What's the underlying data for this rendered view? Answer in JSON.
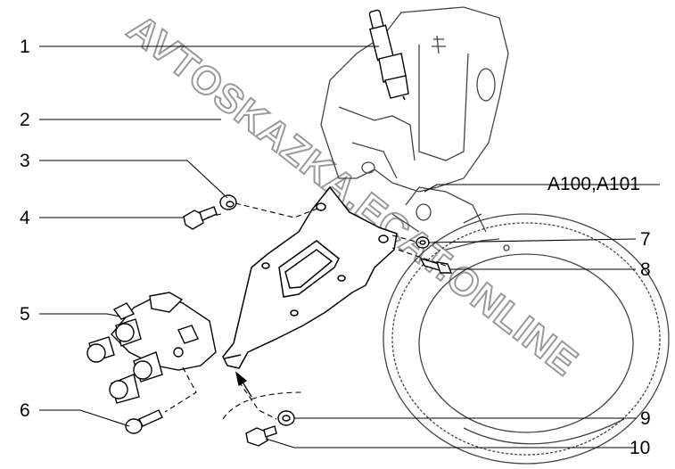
{
  "callouts": [
    {
      "id": "1",
      "label": "1"
    },
    {
      "id": "2",
      "label": "2"
    },
    {
      "id": "3",
      "label": "3"
    },
    {
      "id": "4",
      "label": "4"
    },
    {
      "id": "5",
      "label": "5"
    },
    {
      "id": "6",
      "label": "6"
    },
    {
      "id": "7",
      "label": "7"
    },
    {
      "id": "8",
      "label": "8"
    },
    {
      "id": "9",
      "label": "9"
    },
    {
      "id": "10",
      "label": "10"
    },
    {
      "id": "a100",
      "label": "A100,A101"
    }
  ],
  "watermark": {
    "text": "AVTOSKAZKA.ECAT.ONLINE",
    "color": "#bdbdbd"
  },
  "colors": {
    "line": "#000000",
    "engine_line": "#444444"
  }
}
